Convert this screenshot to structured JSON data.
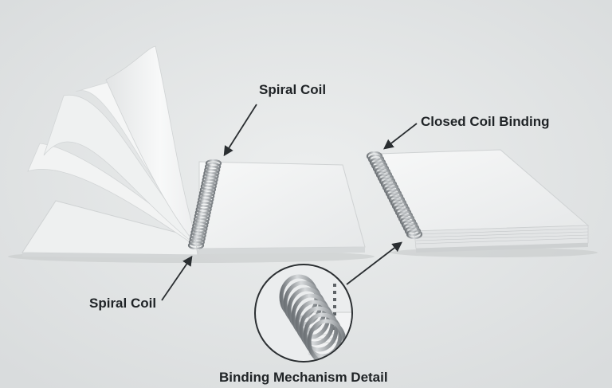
{
  "labels": {
    "spiral_coil_top": "Spiral Coil",
    "spiral_coil_bottom": "Spiral Coil",
    "closed_coil_binding": "Closed Coil Binding",
    "binding_detail": "Binding Mechanism Detail"
  },
  "colors": {
    "background": "#e4e6e7",
    "paper": "#f4f5f5",
    "paper_edge": "#c9cccd",
    "coil": "#8d9296",
    "coil_highlight": "#d4d7d9",
    "arrow": "#2a2e31",
    "text": "#1f2326"
  }
}
